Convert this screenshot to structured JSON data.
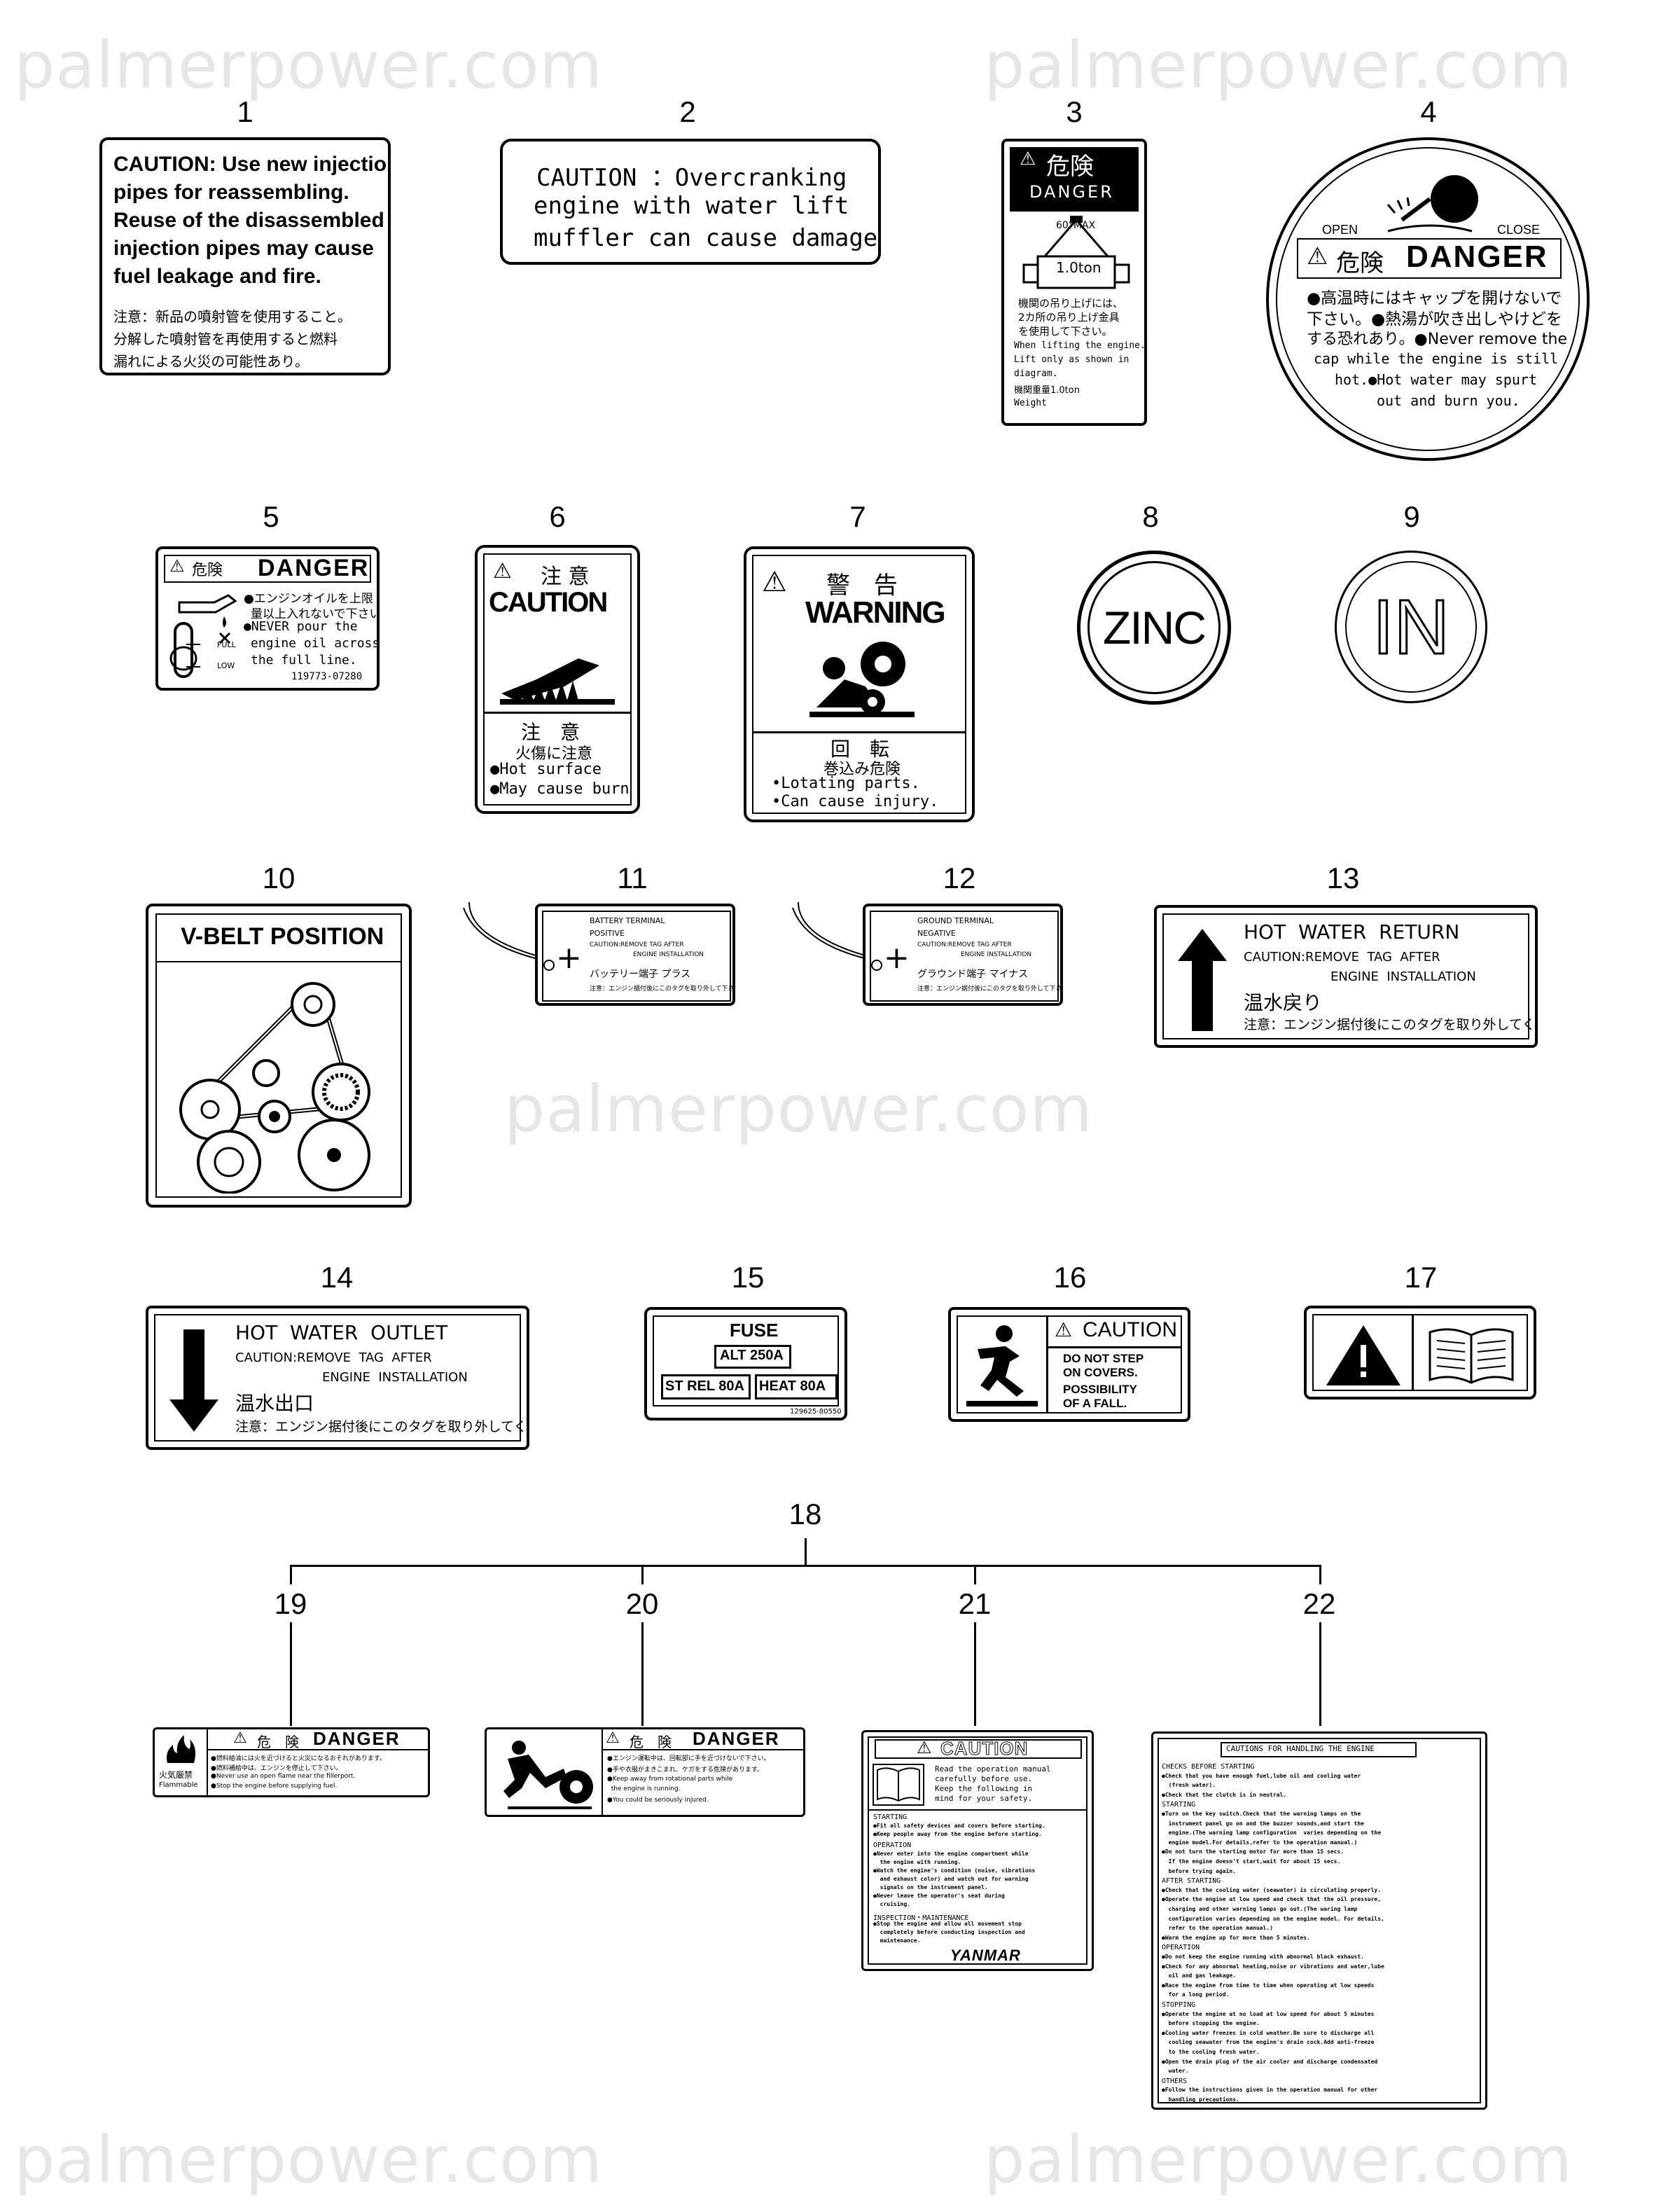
{
  "watermark": "palmerpower.com",
  "numbers": [
    "1",
    "2",
    "3",
    "4",
    "5",
    "6",
    "7",
    "8",
    "9",
    "10",
    "11",
    "12",
    "13",
    "14",
    "15",
    "16",
    "17",
    "18",
    "19",
    "20",
    "21",
    "22"
  ],
  "l1": {
    "en": [
      "CAUTION: Use new injection",
      "pipes for reassembling.",
      "Reuse of the disassembled",
      "injection pipes may cause",
      "fuel leakage and fire."
    ],
    "jp": [
      "注意：新品の噴射管を使用すること。",
      "分解した噴射管を再使用すると燃料",
      "漏れによる火災の可能性あり。"
    ]
  },
  "l2": {
    "lines": [
      "CAUTION ：Overcranking",
      "engine with water lift",
      "muffler can cause damage."
    ]
  },
  "l3": {
    "head_jp": "危険",
    "head_en": "DANGER",
    "angle": "60°MAX",
    "weight": "1.0ton",
    "body": [
      "機関の吊り上げには、",
      "2カ所の吊り上げ金具",
      "を使用して下さい。",
      "When lifting the engine.",
      "Lift only as shown in",
      "diagram.",
      "機関重量1.0ton",
      "Weight"
    ]
  },
  "l4": {
    "open": "OPEN",
    "close": "CLOSE",
    "head_jp": "危険",
    "head_en": "DANGER",
    "body": [
      "●高温時にはキャップを開けないで",
      "下さい。●熱湯が吹き出しやけどを",
      "する恐れあり。●Never remove the",
      "cap while the engine is still",
      "hot.●Hot water may spurt",
      "out and burn you."
    ]
  },
  "l5": {
    "head_jp": "危険",
    "head_en": "DANGER",
    "body": [
      "●エンジンオイルを上限",
      "量以上入れないで下さい。",
      "●NEVER pour the",
      "engine oil across",
      "the full line."
    ],
    "full": "FULL",
    "low": "LOW",
    "code": "119773-07280"
  },
  "l6": {
    "head_jp": "注 意",
    "head_en": "CAUTION",
    "sub_jp": "注　意",
    "sub_jp2": "火傷に注意",
    "body": [
      "●Hot surface",
      "●May cause burn"
    ]
  },
  "l7": {
    "head_jp": "警　告",
    "head_en": "WARNING",
    "sub_jp": "回　転",
    "sub_jp2": "巻込み危険",
    "body": [
      "•Lotating parts.",
      "•Can cause injury."
    ]
  },
  "l8": {
    "text": "ZINC"
  },
  "l9": {
    "text": "IN"
  },
  "l10": {
    "title": "V-BELT POSITION"
  },
  "l11": {
    "lines": [
      "BATTERY TERMINAL",
      "POSITIVE",
      "CAUTION:REMOVE TAG AFTER",
      "ENGINE INSTALLATION",
      "バッテリー端子 プラス",
      "注意：エンジン据付後にこのタグを取り外して下さい"
    ]
  },
  "l12": {
    "lines": [
      "GROUND TERMINAL",
      "NEGATIVE",
      "CAUTION:REMOVE TAG AFTER",
      "ENGINE INSTALLATION",
      "グラウンド端子 マイナス",
      "注意：エンジン据付後にこのタグを取り外して下さい"
    ]
  },
  "l13": {
    "lines": [
      "HOT  WATER  RETURN",
      "CAUTION:REMOVE  TAG  AFTER",
      "ENGINE  INSTALLATION",
      "温水戻り",
      "注意：エンジン据付後にこのタグを取り外してください"
    ]
  },
  "l14": {
    "lines": [
      "HOT  WATER  OUTLET",
      "CAUTION:REMOVE  TAG  AFTER",
      "ENGINE  INSTALLATION",
      "温水出口",
      "注意：エンジン据付後にこのタグを取り外してください"
    ]
  },
  "l15": {
    "fuse": "FUSE",
    "alt": "ALT 250A",
    "strel": "ST REL 80A",
    "heat": "HEAT 80A",
    "code": "129625-80550"
  },
  "l16": {
    "head": "CAUTION",
    "body": [
      "DO NOT STEP",
      "ON COVERS.",
      "POSSIBILITY",
      "OF A FALL."
    ]
  },
  "l19": {
    "side_jp": "火気厳禁",
    "side_en": "Flammable",
    "head_jp": "危　険",
    "head_en": "DANGER",
    "body": [
      "●燃料給油には火を近づけると火災になるおそれがあります。",
      "●燃料補給中は、エンジンを停止して下さい。",
      "●Never use an open flame near the fillerport.",
      "●Stop the engine before supplying fuel."
    ]
  },
  "l20": {
    "head_jp": "危　険",
    "head_en": "DANGER",
    "body": [
      "●エンジン運転中は、回転部に手を近づけないで下さい。",
      "●手や衣服がまきこまれ、ケガをする危険があります。",
      "●Keep away from rotational parts while",
      "  the engine is running.",
      "●You could be seriously injured."
    ]
  },
  "l21": {
    "head": "CAUTION",
    "intro": [
      "Read the operation manual",
      "carefully before use.",
      "Keep the following in",
      "mind for your safety."
    ],
    "s1": "STARTING",
    "s1b": [
      "●Fit all safety devices and covers before starting.",
      "●Keep people away from the engine before starting."
    ],
    "s2": "OPERATION",
    "s2b": [
      "●Never enter into the engine compartment while",
      "  the engine with running.",
      "●Watch the engine's condition (noise, vibrations",
      "  and exhaust color) and watch out for warning",
      "  signals on the instrument panel.",
      "●Never leave the operator's seat during",
      "  cruising."
    ],
    "s3": "INSPECTION・MAINTENANCE",
    "s3b": [
      "●Stop the engine and allow all movement stop",
      "  completely before conducting inspection and",
      "  maintenance."
    ],
    "brand": "YANMAR"
  },
  "l22": {
    "title": "CAUTIONS FOR HANDLING THE ENGINE",
    "lines": [
      "CHECKS BEFORE STARTING",
      "●Check that you have enough fuel,lube oil and cooling water",
      "  (fresh water).",
      "●Check that the clutch is in neutral.",
      "STARTING",
      "●Turn on the key switch.Check that the warning lamps on the",
      "  instrument panel go on and the buzzer sounds,and start the",
      "  engine.(The warning lamp configuration  varies depending on the",
      "  engine model.For details,refer to the operation manual.)",
      "●Do not turn the starting motor for more than 15 secs.",
      "  If the engine doesn't start,wait for about 15 secs.",
      "  before trying again.",
      "AFTER STARTING",
      "●Check that the cooling water (seawater) is circulating properly.",
      "●Operate the engine at low speed and check that the oil pressure,",
      "  charging and other warning lamps go out.(The waring lamp",
      "  configuration varies depending on the engine model. For details,",
      "  refer to the operation manual.)",
      "●Warm the engine up for more than 5 minutes.",
      "OPERATION",
      "●Do not keep the engine running with abnormal black exhaust.",
      "●Check for any abnormal heating,noise or vibrations and water,lube",
      "  oil and gas leakage.",
      "●Race the engine from time to time when operating at low speeds",
      "  for a long period.",
      "STOPPING",
      "●Operate the engine at no load at low speed for about 5 minutes",
      "  before stopping the engine.",
      "●Cooling water freezes in cold weather.Be sure to discharge all",
      "  cooling seawater from the engine's drain cock.Add anti-freeze",
      "  to the cooling fresh water.",
      "●Open the drain plug of the air cooler and discharge condensated",
      "  water.",
      "OTHERS",
      "●Follow the instructions given in the operation manual for other",
      "  handling precautions."
    ]
  }
}
